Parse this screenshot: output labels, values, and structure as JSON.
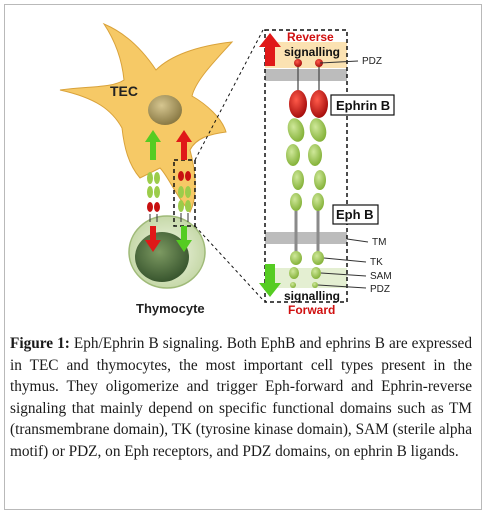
{
  "figure": {
    "labels": {
      "tec": "TEC",
      "thymocyte": "Thymocyte",
      "reverse": "Reverse",
      "reverse_signalling": "signalling",
      "forward": "Forward",
      "forward_signalling": "signalling",
      "ephrin_b": "Ephrin B",
      "eph_b": "Eph B",
      "pdz_top": "PDZ",
      "tm": "TM",
      "tk": "TK",
      "sam": "SAM",
      "pdz_bottom": "PDZ"
    },
    "colors": {
      "cell_tec": "#f5c86a",
      "nucleus": "#9a8a54",
      "thymocyte": "#4e6b3c",
      "reverse_red": "#cc1111",
      "forward_green": "#55cc22",
      "ephrin_red": "#c80f10",
      "eph_green": "#9ccc4a",
      "membrane_grey": "#bcbcbc",
      "panel_yellow": "#fbe2b2",
      "panel_green": "#e4efd2"
    }
  },
  "caption": {
    "label": "Figure 1:",
    "text": " Eph/Ephrin B signaling. Both EphB and ephrins B are expressed in TEC and thymocytes, the most important cell types present in the thymus. They oligomerize and trigger Eph-forward and Ephrin-reverse signaling that mainly depend on specific functional domains such as TM (transmembrane domain), TK (tyrosine kinase domain), SAM (sterile alpha motif) or PDZ, on Eph receptors, and PDZ domains, on ephrin B ligands."
  }
}
